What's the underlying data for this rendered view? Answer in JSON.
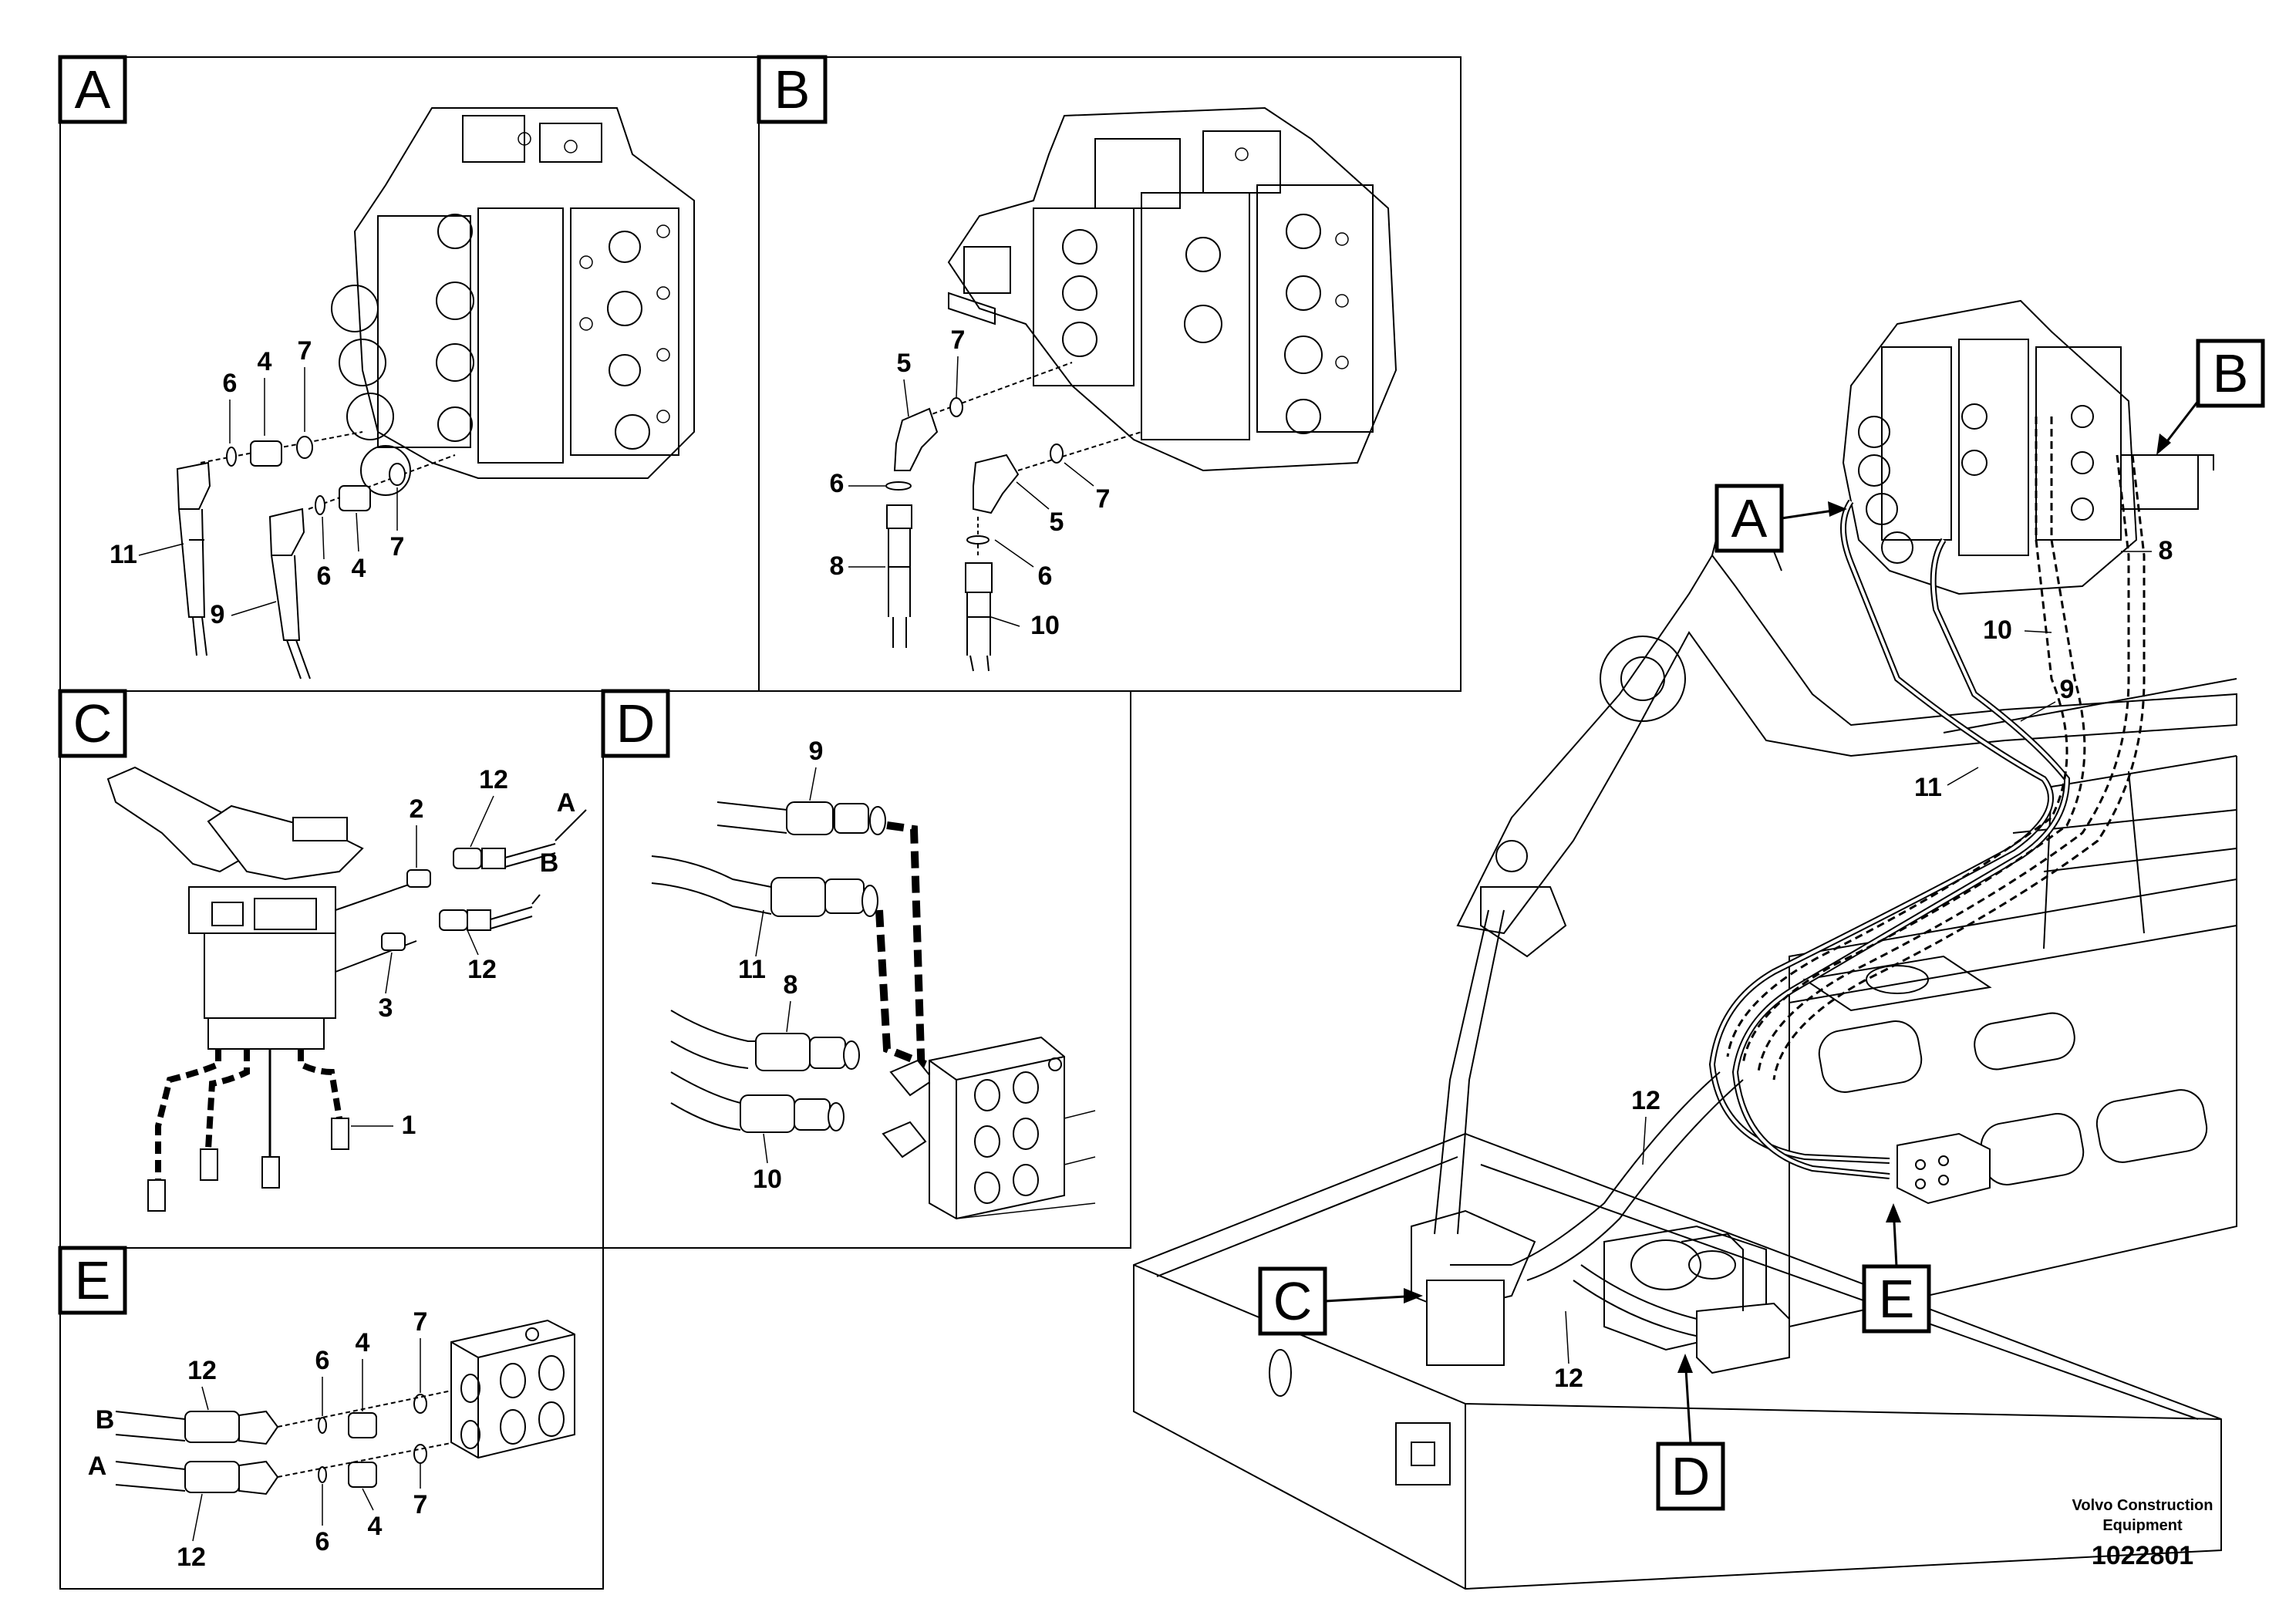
{
  "panels": {
    "A": {
      "tag": "A",
      "labels": [
        "6",
        "4",
        "7",
        "11",
        "9",
        "6",
        "4",
        "7"
      ]
    },
    "B": {
      "tag": "B",
      "labels": [
        "5",
        "7",
        "6",
        "5",
        "7",
        "8",
        "6",
        "10"
      ]
    },
    "C": {
      "tag": "C",
      "labels": [
        "2",
        "12",
        "A",
        "B",
        "3",
        "12",
        "1"
      ]
    },
    "D": {
      "tag": "D",
      "labels": [
        "9",
        "11",
        "8",
        "10"
      ]
    },
    "E": {
      "tag": "E",
      "labels": [
        "12",
        "6",
        "4",
        "7",
        "B",
        "A",
        "12",
        "6",
        "4",
        "7"
      ]
    }
  },
  "overview": {
    "callouts": [
      "A",
      "B",
      "C",
      "D",
      "E"
    ],
    "labels": [
      "8",
      "10",
      "9",
      "11",
      "12",
      "12"
    ]
  },
  "footer": {
    "brand_line1": "Volvo Construction",
    "brand_line2": "Equipment",
    "doc_number": "1022801"
  }
}
